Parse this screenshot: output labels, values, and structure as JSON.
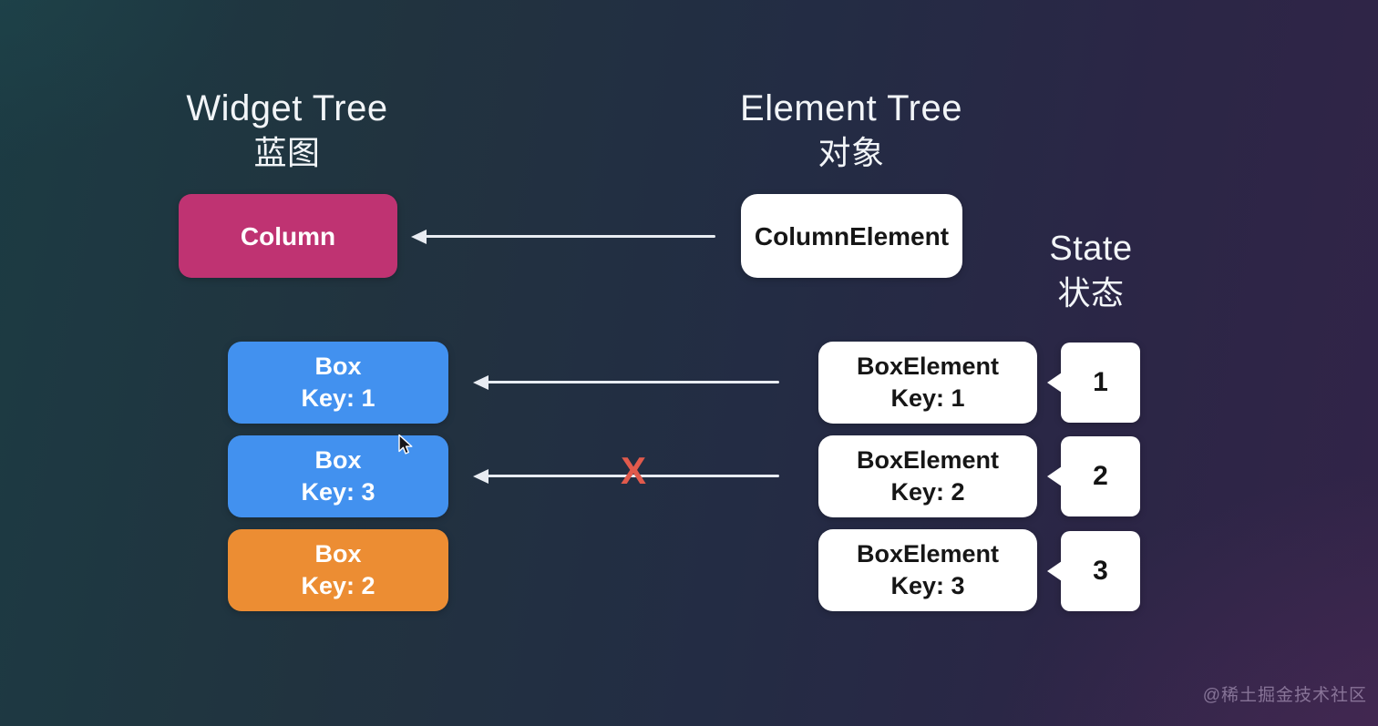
{
  "titles": {
    "widget_tree": {
      "en": "Widget Tree",
      "zh": "蓝图"
    },
    "element_tree": {
      "en": "Element Tree",
      "zh": "对象"
    },
    "state": {
      "en": "State",
      "zh": "状态"
    }
  },
  "widget_tree": {
    "column": {
      "label": "Column",
      "color": "#bf3372"
    },
    "boxes": [
      {
        "line1": "Box",
        "line2": "Key: 1",
        "color": "#4291ef"
      },
      {
        "line1": "Box",
        "line2": "Key: 3",
        "color": "#4291ef"
      },
      {
        "line1": "Box",
        "line2": "Key: 2",
        "color": "#ec8d33"
      }
    ]
  },
  "element_tree": {
    "column_element": {
      "label": "ColumnElement"
    },
    "box_elements": [
      {
        "line1": "BoxElement",
        "line2": "Key: 1"
      },
      {
        "line1": "BoxElement",
        "line2": "Key: 2"
      },
      {
        "line1": "BoxElement",
        "line2": "Key: 3"
      }
    ]
  },
  "state": {
    "values": [
      "1",
      "2",
      "3"
    ]
  },
  "annotations": {
    "broken_link_marker": "X"
  },
  "watermark": {
    "text": "@稀土掘金技术社区"
  },
  "colors": {
    "background_teal": "#1c3b43",
    "background_purple": "#322448",
    "column_pink": "#bf3372",
    "box_blue": "#4291ef",
    "box_orange": "#ec8d33",
    "arrow_white": "#e8ecf2",
    "x_red": "#e15a4c"
  }
}
